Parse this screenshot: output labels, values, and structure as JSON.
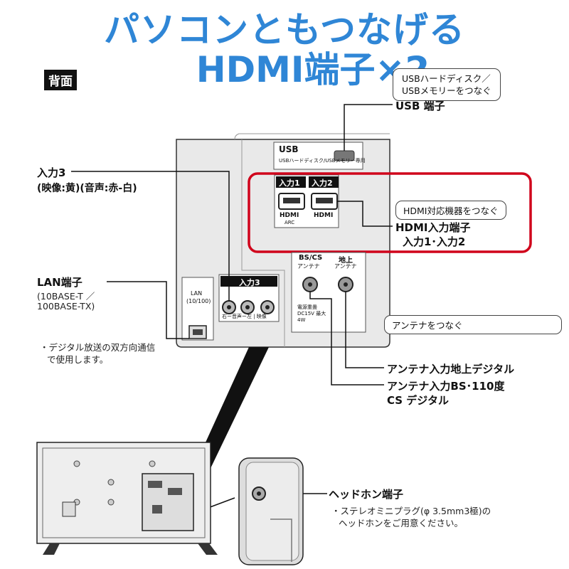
{
  "headline": {
    "line1": "パソコンともつなげる",
    "line2": "HDMI端子×2"
  },
  "section_tag": "背面",
  "usb": {
    "note_line1": "USBハードディスク／",
    "note_line2": "USBメモリーをつなぐ",
    "label": "USB 端子",
    "panel_text": "USB",
    "panel_sub": "USBハードディスク/USBメモリー専用"
  },
  "input3": {
    "label_line1": "入力3",
    "label_line2": "(映像:黄)(音声:赤-白)",
    "panel_tag": "入力3",
    "panel_sub": "右ー音声ー左 | 映像"
  },
  "hdmi": {
    "tag1": "入力1",
    "tag2": "入力2",
    "logo1": "HDMI",
    "logo1_sub": "ARC",
    "logo2": "HDMI",
    "note": "HDMI対応機器をつなぐ",
    "label_line1": "HDMI入力端子",
    "label_line2": "入力1･入力2",
    "highlight_color": "#d0021b"
  },
  "antenna": {
    "bs_label": "BS/CS",
    "bs_sub": "アンテナ",
    "chi_label": "地上",
    "chi_sub": "アンテナ",
    "power_note": "電源重畳 DC15V 最大4W",
    "note": "アンテナをつなぐ",
    "terrestrial_label": "アンテナ入力地上デジタル",
    "bs_line1": "アンテナ入力BS･110度",
    "bs_line2": "CS デジタル"
  },
  "lan": {
    "label": "LAN端子",
    "spec1": "(10BASE-T ／",
    "spec2": "100BASE-TX)",
    "note1": "・デジタル放送の双方向通信",
    "note2": "で使用します。",
    "panel_text1": "LAN",
    "panel_text2": "(10/100)"
  },
  "headphone": {
    "label": "ヘッドホン端子",
    "note1": "・ステレオミニプラグ(φ 3.5mm3極)の",
    "note2": "ヘッドホンをご用意ください。"
  },
  "colors": {
    "headline": "#2f86d6",
    "panel": "#e9e9e9",
    "line": "#111111"
  }
}
